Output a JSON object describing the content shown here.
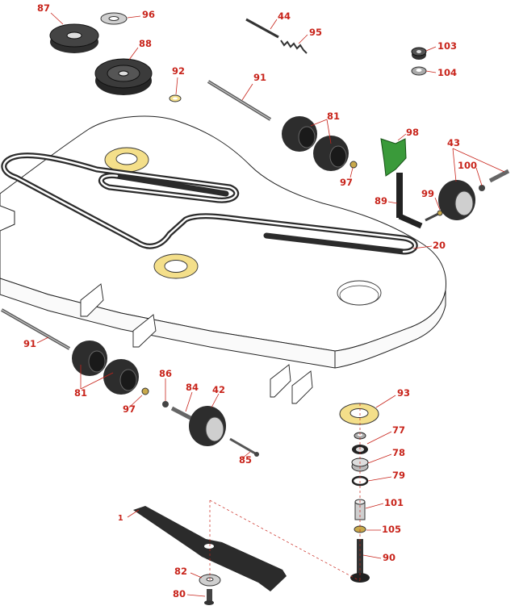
{
  "diagram": {
    "colors": {
      "label": "#c8241b",
      "deck_outline": "#222222",
      "belt": "#2b2b2b",
      "bearing_plate": "#f4df8a",
      "bracket": "#3a9a3a",
      "part_dark": "#303030"
    },
    "callouts": [
      {
        "id": "87"
      },
      {
        "id": "96"
      },
      {
        "id": "88"
      },
      {
        "id": "92"
      },
      {
        "id": "44"
      },
      {
        "id": "95"
      },
      {
        "id": "91"
      },
      {
        "id": "103"
      },
      {
        "id": "104"
      },
      {
        "id": "81"
      },
      {
        "id": "98"
      },
      {
        "id": "43"
      },
      {
        "id": "100"
      },
      {
        "id": "97"
      },
      {
        "id": "89"
      },
      {
        "id": "99"
      },
      {
        "id": "20"
      },
      {
        "id": "91"
      },
      {
        "id": "81"
      },
      {
        "id": "86"
      },
      {
        "id": "84"
      },
      {
        "id": "42"
      },
      {
        "id": "97"
      },
      {
        "id": "93"
      },
      {
        "id": "77"
      },
      {
        "id": "78"
      },
      {
        "id": "79"
      },
      {
        "id": "85"
      },
      {
        "id": "101"
      },
      {
        "id": "105"
      },
      {
        "id": "1"
      },
      {
        "id": "90"
      },
      {
        "id": "82"
      },
      {
        "id": "80"
      }
    ]
  }
}
